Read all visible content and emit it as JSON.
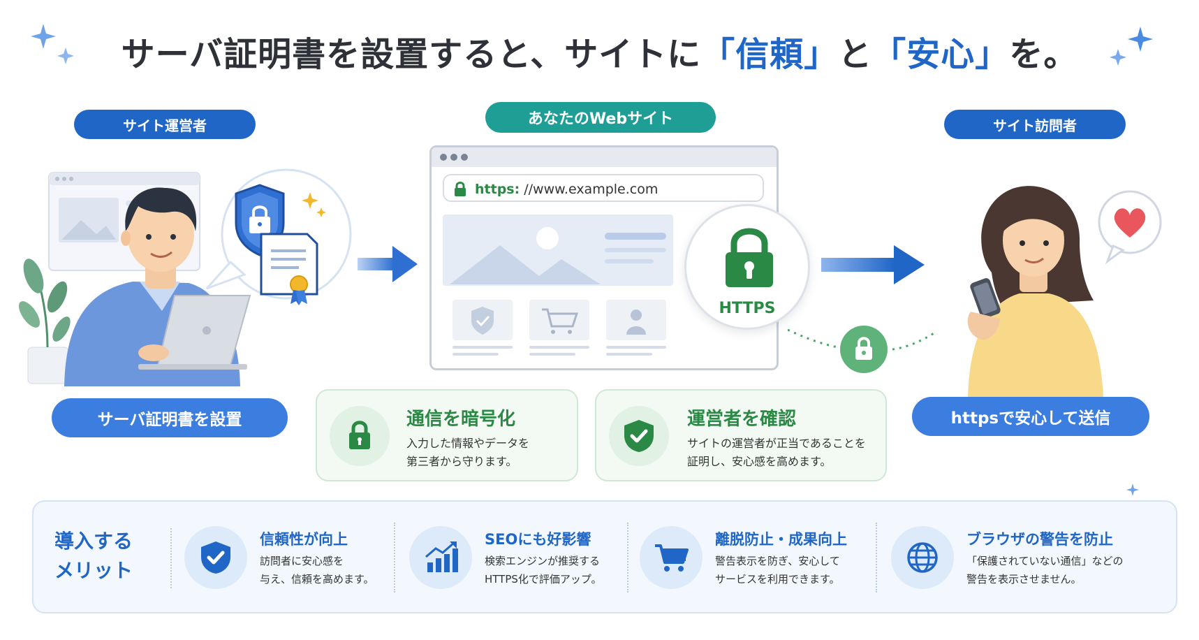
{
  "title": {
    "part1": "サーバ証明書を設置すると、サイトに",
    "q1": "「信頼」",
    "mid": "と",
    "q2": "「安心」",
    "end": "を。"
  },
  "labels": {
    "operator": "サイト運営者",
    "website": "あなたのWebサイト",
    "visitor": "サイト訪問者"
  },
  "browser": {
    "url_scheme": "https:",
    "url_rest": " //www.example.com",
    "badge": "HTTPS"
  },
  "actions": {
    "install": "サーバ証明書を設置",
    "send": "httpsで安心して送信"
  },
  "features": [
    {
      "title": "通信を暗号化",
      "line1": "入力した情報やデータを",
      "line2": "第三者から守ります。"
    },
    {
      "title": "運営者を確認",
      "line1": "サイトの運営者が正当であることを",
      "line2": "証明し、安心感を高めます。"
    }
  ],
  "merits": {
    "heading1": "導入する",
    "heading2": "メリット",
    "items": [
      {
        "title": "信頼性が向上",
        "line1": "訪問者に安心感を",
        "line2": "与え、信頼を高めます。",
        "icon": "shield-check-icon"
      },
      {
        "title": "SEOにも好影響",
        "line1": "検索エンジンが推奨する",
        "line2": "HTTPS化で評価アップ。",
        "icon": "bar-chart-icon"
      },
      {
        "title": "離脱防止・成果向上",
        "line1": "警告表示を防ぎ、安心して",
        "line2": "サービスを利用できます。",
        "icon": "cart-icon"
      },
      {
        "title": "ブラウザの警告を防止",
        "line1": "「保護されていない通信」などの",
        "line2": "警告を表示させません。",
        "icon": "globe-icon"
      }
    ]
  },
  "colors": {
    "primary": "#1f66c7",
    "teal": "#1f9e95",
    "green": "#2a8a45"
  }
}
